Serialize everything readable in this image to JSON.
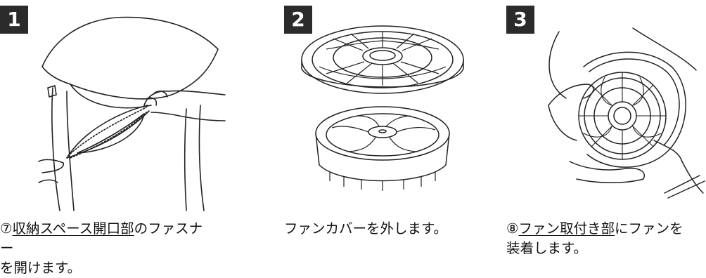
{
  "steps": [
    {
      "number": "1",
      "caption": {
        "marker": "⑦",
        "underlined": "収納スペース開口部",
        "rest_line1": "のファスナー",
        "line2": "を開けます。"
      }
    },
    {
      "number": "2",
      "caption": {
        "line1": "ファンカバーを外します。"
      }
    },
    {
      "number": "3",
      "caption": {
        "marker": "⑧",
        "underlined": "ファン取付き部",
        "rest_line1": "にファンを",
        "line2": "装着します。"
      }
    }
  ],
  "colors": {
    "badge_bg": "#2b2b2b",
    "badge_text": "#ffffff",
    "line_art": "#222222",
    "text": "#111111"
  }
}
